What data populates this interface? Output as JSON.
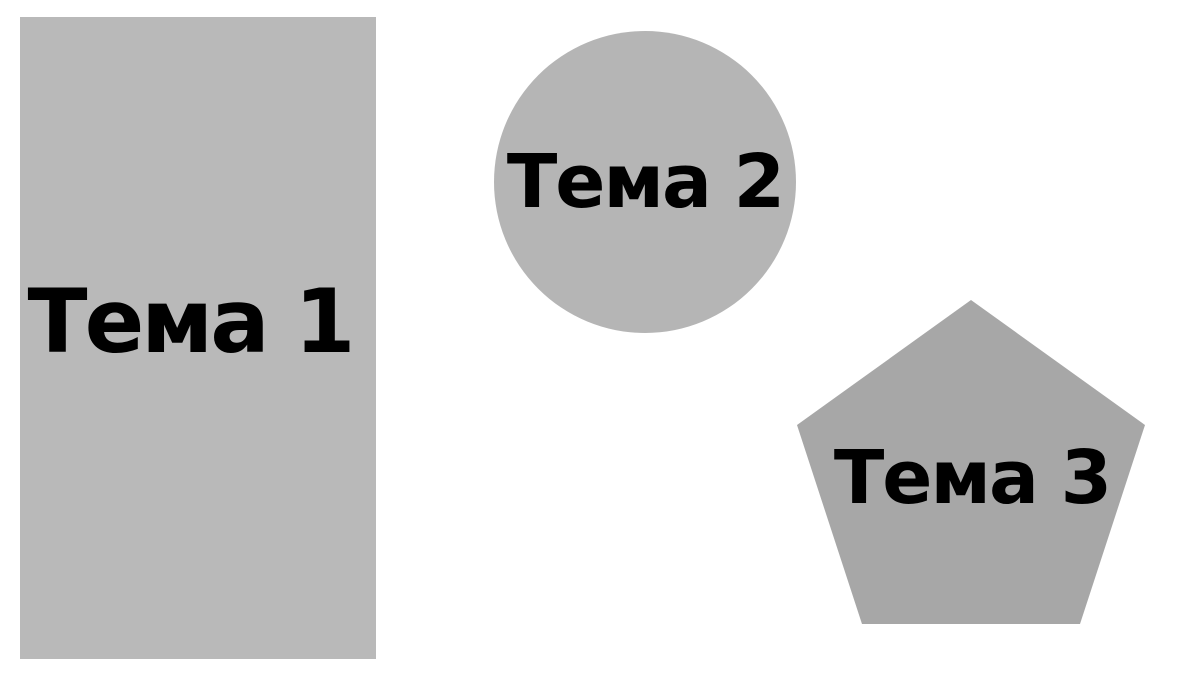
{
  "topics": [
    {
      "label": "Тема 1",
      "shape": "rectangle",
      "color": "#b9b9b9"
    },
    {
      "label": "Тема 2",
      "shape": "circle",
      "color": "#b5b5b5"
    },
    {
      "label": "Тема 3",
      "shape": "pentagon",
      "color": "#a7a7a7"
    }
  ]
}
